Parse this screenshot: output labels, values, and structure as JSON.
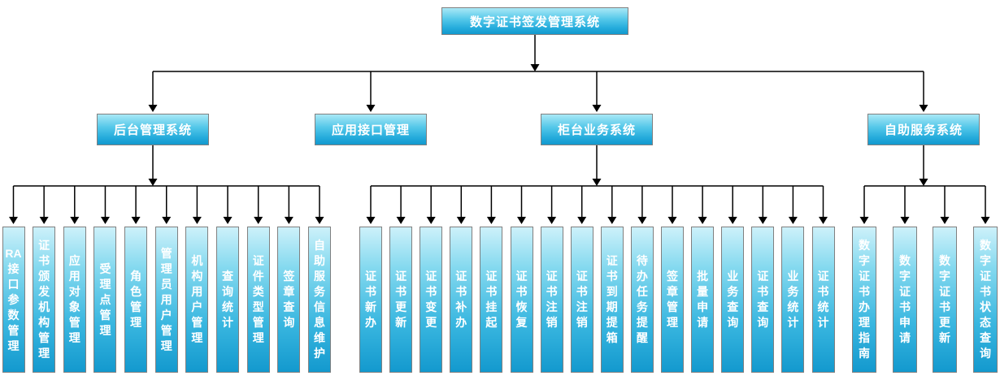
{
  "diagram": {
    "root": {
      "label": "数字证书签发管理系统"
    },
    "branches": [
      {
        "label": "后台管理系统",
        "children": [
          "RA接口参数管理",
          "证书颁发机构管理",
          "应用对象管理",
          "受理点管理",
          "角色管理",
          "管理员用户管理",
          "机构用户管理",
          "查询统计",
          "证件类型管理",
          "签章查询",
          "自助服务信息维护"
        ]
      },
      {
        "label": "应用接口管理",
        "children": []
      },
      {
        "label": "柜台业务系统",
        "children": [
          "证书新办",
          "证书更新",
          "证书变更",
          "证书补办",
          "证书挂起",
          "证书恢复",
          "证书注销",
          "证书注销",
          "证书到期提箱",
          "待办任务提醒",
          "签章管理",
          "批量申请",
          "业务查询",
          "证书查询",
          "业务统计",
          "证书统计"
        ]
      },
      {
        "label": "自助服务系统",
        "children": [
          "数字证书办理指南",
          "数字证书申请",
          "数字证书更新",
          "数字证书状态查询"
        ]
      }
    ],
    "colors": {
      "background": "#ffffff",
      "node_border": "#808080",
      "header_gradient_top": "#a9e8f6",
      "leaf_gradient_top": "#cdf1fa",
      "gradient_bottom": "#1399ce",
      "text": "#ffffff",
      "connector": "#000000"
    }
  }
}
